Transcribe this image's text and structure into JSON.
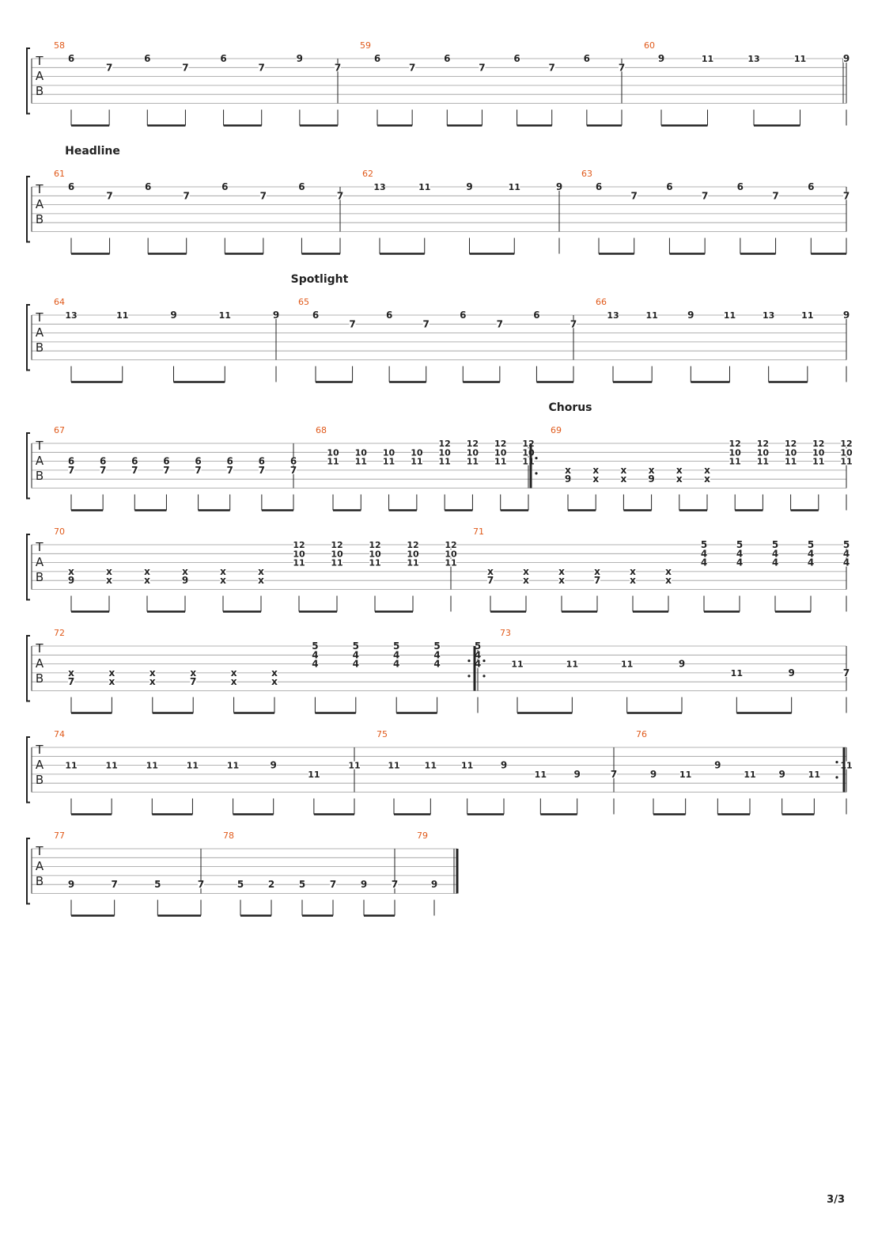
{
  "page_number": "3/3",
  "tab_label": [
    "T",
    "A",
    "B"
  ],
  "colors": {
    "measure_number": "#e05a1b",
    "ink": "#222222",
    "line": "#9a9a9a"
  },
  "sections": [
    "Headline",
    "Spotlight",
    "Chorus"
  ],
  "notation_note": "Tablature: each note lists fret numbers (string 1..6 from top); x = muted/dead note; ~ = tied/let-ring.",
  "systems": [
    {
      "section": "",
      "measures": [
        {
          "number": "58",
          "notes": [
            [
              "6",
              ""
            ],
            [
              "",
              "7"
            ],
            [
              "6",
              ""
            ],
            [
              "",
              "7"
            ],
            [
              "6",
              ""
            ],
            [
              "",
              "7"
            ],
            [
              "9",
              ""
            ],
            [
              "",
              "7"
            ]
          ]
        },
        {
          "number": "59",
          "notes": [
            [
              "6",
              ""
            ],
            [
              "",
              "7"
            ],
            [
              "6",
              ""
            ],
            [
              "",
              "7"
            ],
            [
              "6",
              ""
            ],
            [
              "",
              "7"
            ],
            [
              "6",
              ""
            ],
            [
              "",
              "7"
            ]
          ]
        },
        {
          "number": "60",
          "notes": [
            [
              "9"
            ],
            [
              "11"
            ],
            [
              "13"
            ],
            [
              "11"
            ],
            [
              "9"
            ]
          ]
        }
      ]
    },
    {
      "section": "Headline",
      "measures": [
        {
          "number": "61",
          "notes": [
            [
              "6",
              ""
            ],
            [
              "",
              "7"
            ],
            [
              "6",
              ""
            ],
            [
              "",
              "7"
            ],
            [
              "6",
              ""
            ],
            [
              "",
              "7"
            ],
            [
              "6",
              ""
            ],
            [
              "",
              "7"
            ]
          ]
        },
        {
          "number": "62",
          "notes": [
            [
              "13"
            ],
            [
              "11"
            ],
            [
              "9"
            ],
            [
              "11"
            ],
            [
              "9"
            ]
          ]
        },
        {
          "number": "63",
          "notes": [
            [
              "6",
              ""
            ],
            [
              "",
              "7"
            ],
            [
              "6",
              ""
            ],
            [
              "",
              "7"
            ],
            [
              "6",
              ""
            ],
            [
              "",
              "7"
            ],
            [
              "6",
              ""
            ],
            [
              "",
              "7"
            ]
          ]
        }
      ]
    },
    {
      "section": "Spotlight",
      "measures": [
        {
          "number": "64",
          "notes": [
            [
              "13"
            ],
            [
              "11"
            ],
            [
              "9"
            ],
            [
              "11"
            ],
            [
              "9"
            ]
          ]
        },
        {
          "number": "65",
          "notes": [
            [
              "6",
              ""
            ],
            [
              "",
              "7"
            ],
            [
              "6",
              ""
            ],
            [
              "",
              "7"
            ],
            [
              "6",
              ""
            ],
            [
              "",
              "7"
            ],
            [
              "6",
              ""
            ],
            [
              "",
              "7"
            ]
          ]
        },
        {
          "number": "66",
          "notes": [
            [
              "13"
            ],
            [
              "11"
            ],
            [
              "9"
            ],
            [
              "11"
            ],
            [
              "13"
            ],
            [
              "11"
            ],
            [
              "9"
            ]
          ]
        }
      ]
    },
    {
      "section": "Chorus",
      "measures": [
        {
          "number": "67",
          "notes": [
            [
              "",
              "",
              "6",
              "7"
            ],
            [
              "",
              "",
              "6",
              "7"
            ],
            [
              "",
              "",
              "6",
              "7"
            ],
            [
              "",
              "",
              "6",
              "7"
            ],
            [
              "",
              "",
              "6",
              "7"
            ],
            [
              "",
              "",
              "6",
              "7"
            ],
            [
              "",
              "",
              "6",
              "7"
            ],
            [
              "",
              "",
              "6",
              "7"
            ]
          ]
        },
        {
          "number": "68",
          "notes": [
            [
              "",
              "10",
              "11"
            ],
            [
              "",
              "10",
              "11"
            ],
            [
              "",
              "10",
              "11"
            ],
            [
              "",
              "10",
              "11"
            ],
            [
              "12",
              "10",
              "11"
            ],
            [
              "12",
              "10",
              "11"
            ],
            [
              "12",
              "10",
              "11"
            ],
            [
              "12",
              "10",
              "11"
            ]
          ]
        },
        {
          "number": "69",
          "notes": [
            [
              "",
              "",
              "",
              "x",
              "9"
            ],
            [
              "",
              "",
              "",
              "x",
              "x"
            ],
            [
              "",
              "",
              "",
              "x",
              "x"
            ],
            [
              "",
              "",
              "",
              "x",
              "9"
            ],
            [
              "",
              "",
              "",
              "x",
              "x"
            ],
            [
              "",
              "",
              "",
              "x",
              "x"
            ],
            [
              "12",
              "10",
              "11"
            ],
            [
              "12",
              "10",
              "11"
            ],
            [
              "12",
              "10",
              "11"
            ],
            [
              "12",
              "10",
              "11"
            ],
            [
              "12",
              "10",
              "11"
            ]
          ]
        }
      ]
    },
    {
      "section": "",
      "measures": [
        {
          "number": "70",
          "notes": [
            [
              "",
              "",
              "",
              "x",
              "9"
            ],
            [
              "",
              "",
              "",
              "x",
              "x"
            ],
            [
              "",
              "",
              "",
              "x",
              "x"
            ],
            [
              "",
              "",
              "",
              "x",
              "9"
            ],
            [
              "",
              "",
              "",
              "x",
              "x"
            ],
            [
              "",
              "",
              "",
              "x",
              "x"
            ],
            [
              "12",
              "10",
              "11"
            ],
            [
              "12",
              "10",
              "11"
            ],
            [
              "12",
              "10",
              "11"
            ],
            [
              "12",
              "10",
              "11"
            ],
            [
              "12",
              "10",
              "11"
            ]
          ]
        },
        {
          "number": "71",
          "notes": [
            [
              "",
              "",
              "",
              "x",
              "7"
            ],
            [
              "",
              "",
              "",
              "x",
              "x"
            ],
            [
              "",
              "",
              "",
              "x",
              "x"
            ],
            [
              "",
              "",
              "",
              "x",
              "7"
            ],
            [
              "",
              "",
              "",
              "x",
              "x"
            ],
            [
              "",
              "",
              "",
              "x",
              "x"
            ],
            [
              "5",
              "4",
              "4"
            ],
            [
              "5",
              "4",
              "4"
            ],
            [
              "5",
              "4",
              "4"
            ],
            [
              "5",
              "4",
              "4"
            ],
            [
              "5",
              "4",
              "4"
            ]
          ]
        }
      ]
    },
    {
      "section": "",
      "measures": [
        {
          "number": "72",
          "notes": [
            [
              "",
              "",
              "",
              "x",
              "7"
            ],
            [
              "",
              "",
              "",
              "x",
              "x"
            ],
            [
              "",
              "",
              "",
              "x",
              "x"
            ],
            [
              "",
              "",
              "",
              "x",
              "7"
            ],
            [
              "",
              "",
              "",
              "x",
              "x"
            ],
            [
              "",
              "",
              "",
              "x",
              "x"
            ],
            [
              "5",
              "4",
              "4"
            ],
            [
              "5",
              "4",
              "4"
            ],
            [
              "5",
              "4",
              "4"
            ],
            [
              "5",
              "4",
              "4"
            ],
            [
              "5",
              "4",
              "4"
            ]
          ]
        },
        {
          "number": "73",
          "notes": [
            [
              "",
              "",
              "11"
            ],
            [
              "",
              "",
              "11"
            ],
            [
              "",
              "",
              "11"
            ],
            [
              "",
              "",
              "9"
            ],
            [
              "",
              "",
              "",
              "11"
            ],
            [
              "",
              "",
              "",
              "9"
            ],
            [
              "",
              "",
              "",
              "7"
            ]
          ]
        }
      ]
    },
    {
      "section": "",
      "measures": [
        {
          "number": "74",
          "notes": [
            [
              "",
              "",
              "11"
            ],
            [
              "",
              "",
              "11"
            ],
            [
              "",
              "",
              "11"
            ],
            [
              "",
              "",
              "11"
            ],
            [
              "",
              "",
              "11"
            ],
            [
              "",
              "",
              "9"
            ],
            [
              "",
              "",
              "",
              "11"
            ],
            [
              "",
              "",
              "11"
            ]
          ]
        },
        {
          "number": "75",
          "notes": [
            [
              "",
              "",
              "11"
            ],
            [
              "",
              "",
              "11"
            ],
            [
              "",
              "",
              "11"
            ],
            [
              "",
              "",
              "9"
            ],
            [
              "",
              "",
              "",
              "11"
            ],
            [
              "",
              "",
              "",
              "9"
            ],
            [
              "",
              "",
              "",
              "7"
            ]
          ]
        },
        {
          "number": "76",
          "notes": [
            [
              "",
              "",
              "",
              "9"
            ],
            [
              "",
              "",
              "",
              "11"
            ],
            [
              "",
              "",
              "9"
            ],
            [
              "",
              "",
              "",
              "11"
            ],
            [
              "",
              "",
              "",
              "9"
            ],
            [
              "",
              "",
              "",
              "11"
            ],
            [
              "",
              "",
              "11"
            ]
          ]
        }
      ]
    },
    {
      "section": "",
      "measures": [
        {
          "number": "77",
          "notes": [
            [
              "",
              "",
              "",
              "",
              "9"
            ],
            [
              "",
              "",
              "",
              "",
              "7"
            ],
            [
              "",
              "",
              "",
              "",
              "5"
            ],
            [
              "",
              "",
              "",
              "",
              "7"
            ]
          ]
        },
        {
          "number": "78",
          "notes": [
            [
              "",
              "",
              "",
              "",
              "5"
            ],
            [
              "",
              "",
              "",
              "",
              "2"
            ],
            [
              "",
              "",
              "",
              "",
              "5"
            ],
            [
              "",
              "",
              "",
              "",
              "7"
            ],
            [
              "",
              "",
              "",
              "",
              "9"
            ],
            [
              "",
              "",
              "",
              "",
              "7"
            ]
          ]
        },
        {
          "number": "79",
          "notes": [
            [
              "",
              "",
              "",
              "",
              "9"
            ]
          ]
        }
      ]
    }
  ]
}
